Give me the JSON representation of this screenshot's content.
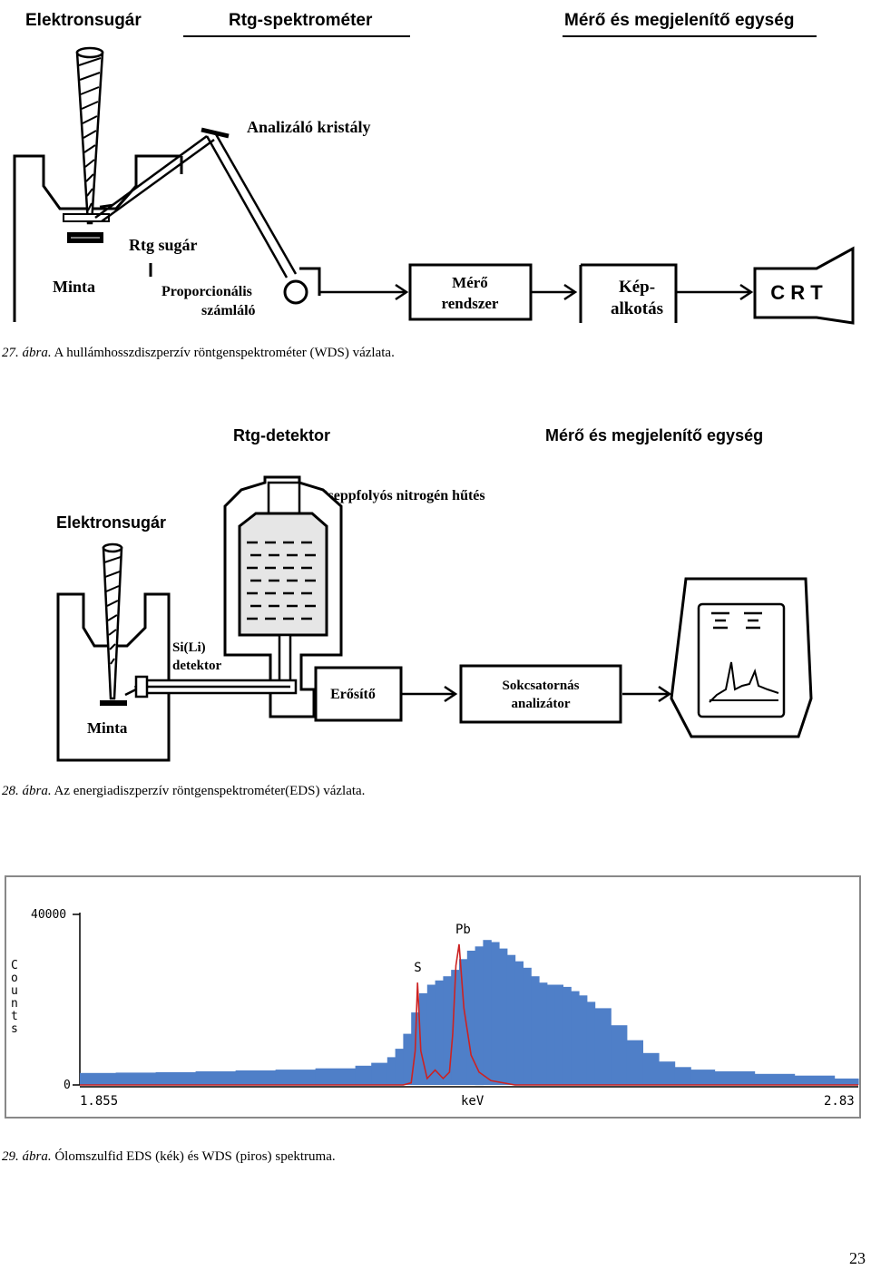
{
  "fig27": {
    "header_left": "Elektronsugár",
    "header_mid": "Rtg-spektrométer",
    "header_right": "Mérő és megjelenítő egység",
    "crystal": "Analizáló kristály",
    "xray": "Rtg sugár",
    "sample": "Minta",
    "counter_line1": "Proporcionális",
    "counter_line2": "számláló",
    "box_measure_line1": "Mérő",
    "box_measure_line2": "rendszer",
    "box_image_line1": "Kép-",
    "box_image_line2": "alkotás",
    "crt": "C R T"
  },
  "caption27": {
    "num": "27. ábra.",
    "text": " A hullámhosszdiszperzív röntgenspektrométer (WDS) vázlata."
  },
  "fig28": {
    "header_left": "Rtg-detektor",
    "header_right": "Mérő és megjelenítő egység",
    "cooling": "Cseppfolyós nitrogén hűtés",
    "beam": "Elektronsugár",
    "detector_line1": "Si(Li)",
    "detector_line2": "detektor",
    "sample": "Minta",
    "amplifier": "Erősítő",
    "analyzer_line1": "Sokcsatornás",
    "analyzer_line2": "analizátor"
  },
  "caption28": {
    "num": "28. ábra.",
    "text": " Az energiadiszperzív röntgenspektrométer(EDS) vázlata."
  },
  "fig29": {
    "colors": {
      "eds": "#4f7fc8",
      "wds": "#cc2222",
      "frame": "#888888"
    },
    "chart_data": {
      "type": "area",
      "xlabel": "keV",
      "ylabel": "Counts",
      "xlim": [
        1.855,
        2.83
      ],
      "ylim": [
        0,
        40000
      ],
      "x_tick_labels": [
        "1.855",
        "keV",
        "2.83"
      ],
      "y_tick_labels": [
        "40000",
        "0"
      ],
      "annotations": [
        "S",
        "Pb"
      ],
      "series": [
        {
          "color": "blue",
          "x": [
            1.855,
            1.9,
            1.95,
            2.0,
            2.05,
            2.1,
            2.15,
            2.2,
            2.22,
            2.24,
            2.25,
            2.26,
            2.27,
            2.28,
            2.29,
            2.3,
            2.31,
            2.32,
            2.33,
            2.34,
            2.35,
            2.36,
            2.37,
            2.38,
            2.39,
            2.4,
            2.41,
            2.42,
            2.43,
            2.44,
            2.45,
            2.46,
            2.47,
            2.48,
            2.49,
            2.5,
            2.52,
            2.54,
            2.56,
            2.58,
            2.6,
            2.62,
            2.65,
            2.7,
            2.75,
            2.8,
            2.83
          ],
          "y": [
            2800,
            2900,
            3000,
            3200,
            3400,
            3600,
            3900,
            4500,
            5200,
            6500,
            8500,
            12000,
            17000,
            21500,
            23500,
            24500,
            25500,
            27000,
            29500,
            31500,
            32500,
            34000,
            33500,
            32000,
            30500,
            29000,
            27500,
            25500,
            24000,
            23500,
            23500,
            23000,
            22000,
            21000,
            19500,
            18000,
            14000,
            10500,
            7500,
            5500,
            4200,
            3600,
            3200,
            2600,
            2200,
            1500,
            1000
          ]
        },
        {
          "color": "red",
          "x": [
            1.855,
            2.2,
            2.26,
            2.27,
            2.275,
            2.278,
            2.282,
            2.29,
            2.3,
            2.31,
            2.318,
            2.322,
            2.326,
            2.33,
            2.336,
            2.345,
            2.355,
            2.37,
            2.4,
            2.83
          ],
          "y": [
            0,
            0,
            0,
            500,
            8000,
            24000,
            8000,
            1500,
            3500,
            1500,
            3000,
            12000,
            28000,
            33000,
            18000,
            7000,
            3000,
            1000,
            0,
            0
          ]
        }
      ]
    }
  },
  "caption29": {
    "num": "29. ábra.",
    "text": " Ólomszulfid EDS (kék) és WDS (piros) spektruma."
  },
  "page_number": "23"
}
